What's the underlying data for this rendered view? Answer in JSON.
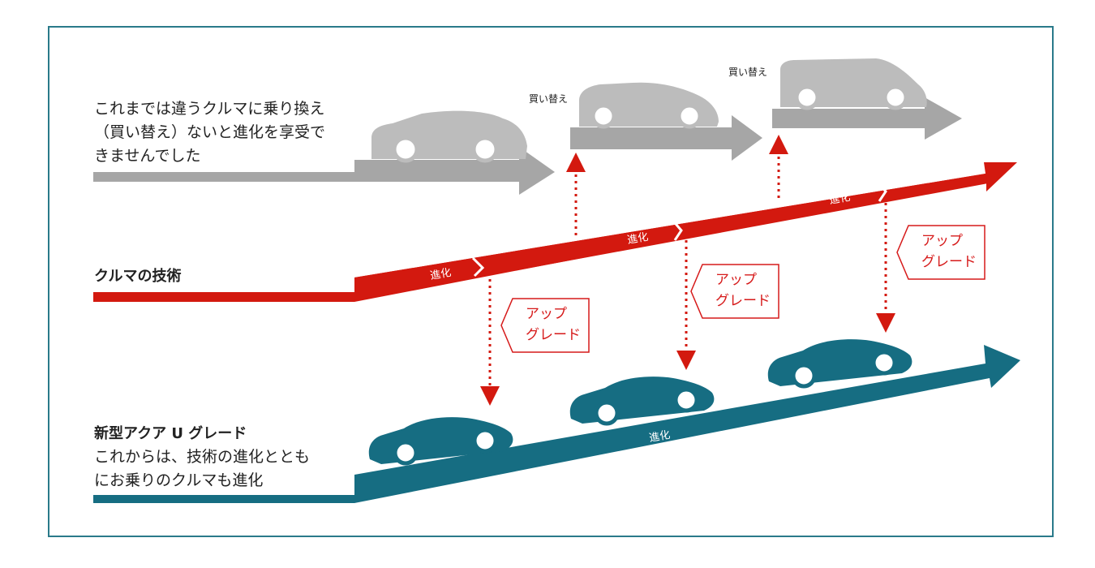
{
  "legacy": {
    "description": [
      "これまでは違うクルマに乗り換え",
      "（買い替え）ないと進化を享受で",
      "きませんでした"
    ],
    "replace_label_1": "買い替え",
    "replace_label_2": "買い替え"
  },
  "tech": {
    "label": "クルマの技術",
    "step_labels": [
      "進化",
      "進化",
      "進化"
    ]
  },
  "aqua": {
    "title": "新型アクア U グレード",
    "description": [
      "これからは、技術の進化ととも",
      "にお乗りのクルマも進化"
    ],
    "arrow_label": "進化"
  },
  "upgrade_labels": [
    [
      "アップ",
      "グレード"
    ],
    [
      "アップ",
      "グレード"
    ],
    [
      "アップ",
      "グレード"
    ]
  ],
  "colors": {
    "gray": "#a6a6a6",
    "red": "#d3190f",
    "teal": "#166d82",
    "frame": "#2a7a8a"
  }
}
